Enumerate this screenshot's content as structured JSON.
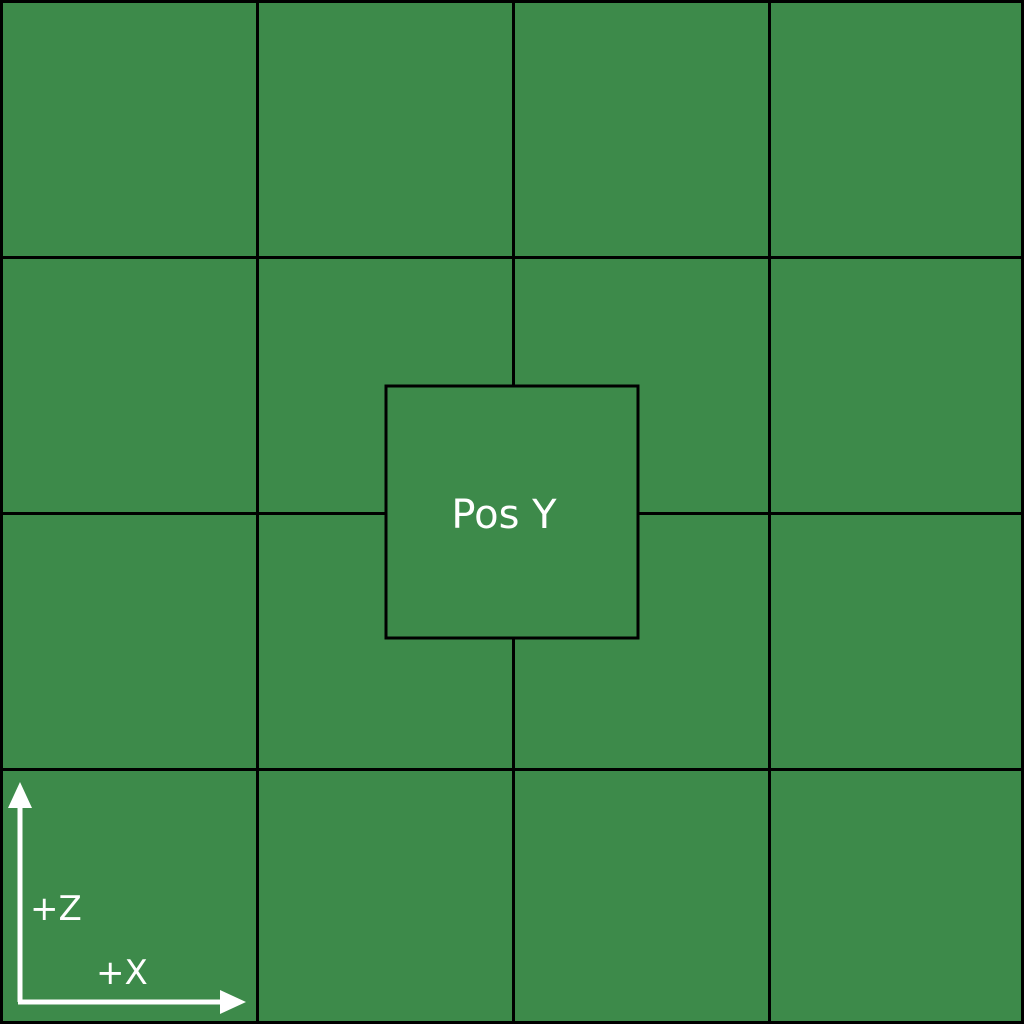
{
  "grid": {
    "rows": 4,
    "cols": 4
  },
  "center_tile": {
    "label": "Pos Y"
  },
  "axes": {
    "z_label": "+Z",
    "x_label": "+X"
  },
  "colors": {
    "tile_fill": "#3d8a4a",
    "border": "#000000",
    "text": "#ffffff"
  }
}
